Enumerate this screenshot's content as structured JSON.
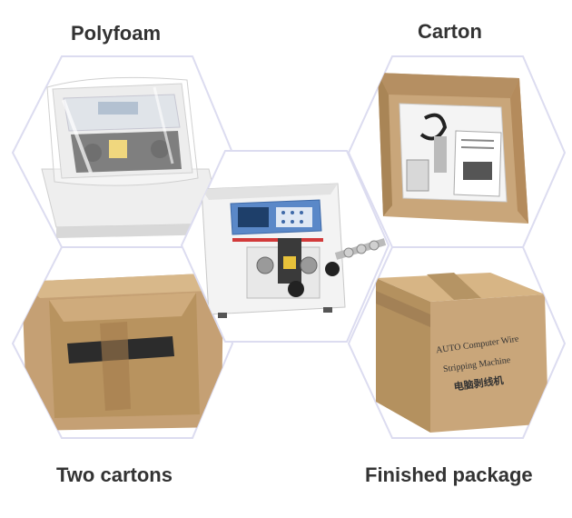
{
  "labels": {
    "polyfoam": "Polyfoam",
    "carton": "Carton",
    "two_cartons": "Two cartons",
    "finished_package": "Finished package"
  },
  "box_print": {
    "line1": "AUTO Computer Wire",
    "line2": "Stripping Machine",
    "line3": "电脑剥线机"
  },
  "colors": {
    "hex_border": "#dcdcf0",
    "cardboard": "#c9a67a",
    "cardboard_dark": "#9b7a52",
    "machine_body": "#f3f3f3",
    "machine_panel": "#5a88c8"
  }
}
